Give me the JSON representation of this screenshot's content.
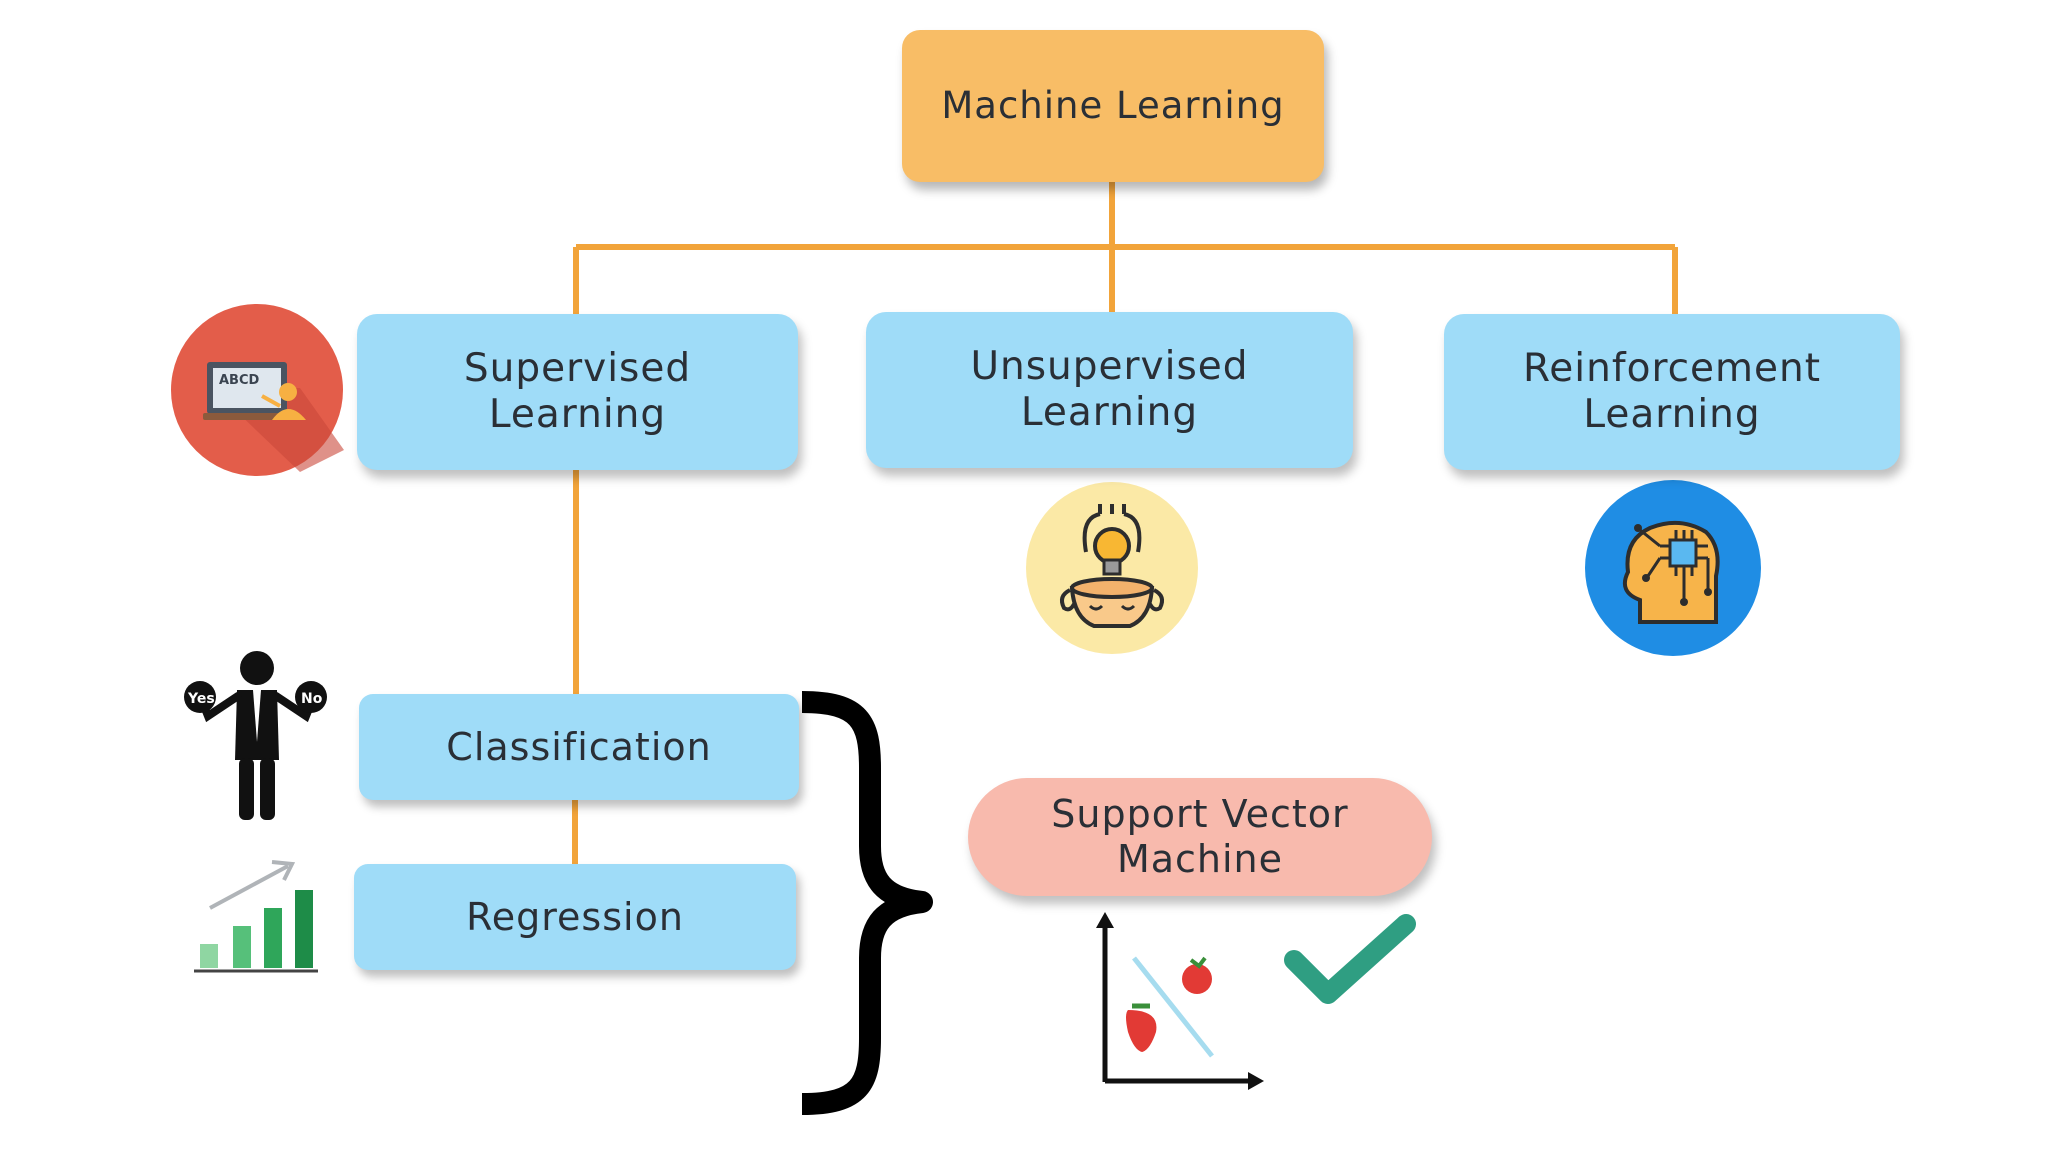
{
  "diagram": {
    "root": {
      "label": "Machine Learning"
    },
    "categories": [
      {
        "id": "supervised",
        "label": "Supervised\nLearning",
        "icon": "teacher-board-icon"
      },
      {
        "id": "unsupervised",
        "label": "Unsupervised\nLearning",
        "icon": "head-lightbulb-icon"
      },
      {
        "id": "reinforcement",
        "label": "Reinforcement\nLearning",
        "icon": "head-circuit-icon"
      }
    ],
    "supervised_tasks": [
      {
        "id": "classification",
        "label": "Classification",
        "icon": "yes-no-person-icon"
      },
      {
        "id": "regression",
        "label": "Regression",
        "icon": "bar-chart-growth-icon"
      }
    ],
    "algorithm": {
      "label": "Support Vector\nMachine",
      "icon": "svm-scatter-plot-icon"
    },
    "icon_text": {
      "board": "ABCD",
      "yes": "Yes",
      "no": "No"
    },
    "colors": {
      "root": "#f8bd66",
      "category": "#9fdcf8",
      "algorithm": "#f8baad",
      "connector": "#f2a43a",
      "check": "#2f9e82"
    }
  }
}
